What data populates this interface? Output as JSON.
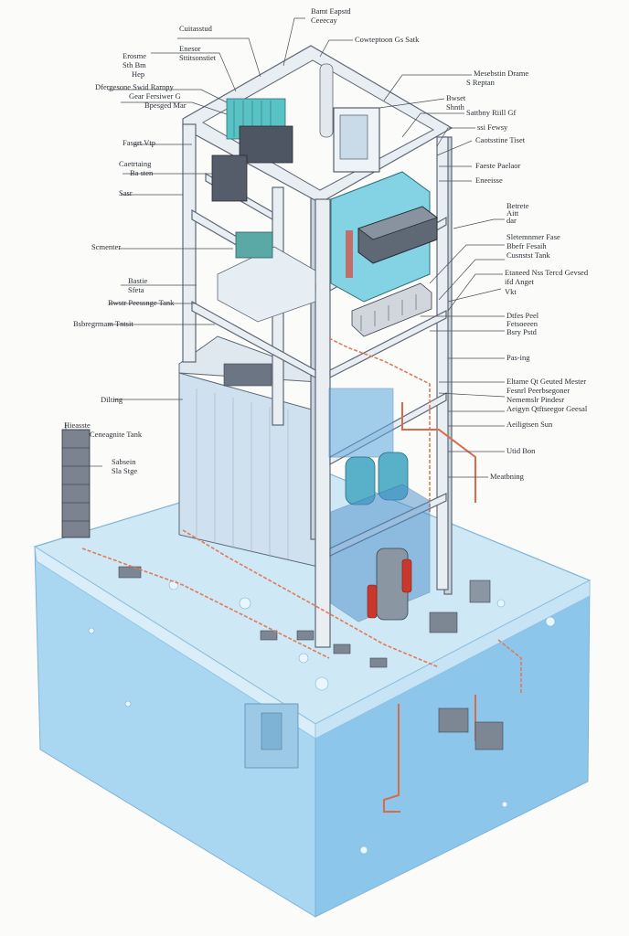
{
  "labels": {
    "left": [
      "Cuitasstud",
      "Enesor",
      "Sttitsonstiet",
      "Erosme",
      "Sth Bm",
      "Hep",
      "Dfergesone Swid Rarnpy",
      "Gear Fersiwer G",
      "Bpesged Mar",
      "Fasgrt Vtp",
      "Caetrtaing",
      "Ba sten",
      "Sasr",
      "Scmenter",
      "Bastie",
      "Sfeta",
      "Bwstr Peessnge Tank",
      "Bsbregrmam Tntsit",
      "Dilting",
      "Hieasste",
      "Ceneagnite Tank",
      "Sabsein",
      "Sla Stge"
    ],
    "right": [
      "Bamt Eapstd",
      "Ceeecay",
      "Cowteptoon Gs Satk",
      "Mesebstin Drame",
      "S  Reptan",
      "Bwset",
      "Shnth",
      "Sattbny Riill Gf",
      "ssi Fewsy",
      "Caotsstine Tiset",
      "Faeste Paelaor",
      "Eneeisse",
      "Betrete",
      "Aitt",
      "dar",
      "Sletemnmer Fase",
      "Bbefr Fesaih",
      "Cusnstst Tank",
      "Etaneed Nss Tercd Gevsed",
      "ifd Anget",
      "Vkt",
      "Dtfes Peel",
      "Fetsoeeen",
      "Bsry Pstd",
      "Pas-ing",
      "Eltame Qt Geuted Mester",
      "Fesnrl Peerbsegoner",
      "Nememslr Pindesr",
      "Aeigyn Qtftseegor Geesal",
      "Aeiligtsen Sun",
      "Utid Bon",
      "Meatbning"
    ]
  },
  "colors": {
    "background": "#fbfbf9",
    "water": "#a9d6f1",
    "frame": "#e9eef2",
    "pipe": "#e07b5a",
    "outline": "#5d6876"
  },
  "icons": [
    "water-tank",
    "steel-frame",
    "pipe",
    "pump",
    "heat-exchanger",
    "membrane-module"
  ]
}
